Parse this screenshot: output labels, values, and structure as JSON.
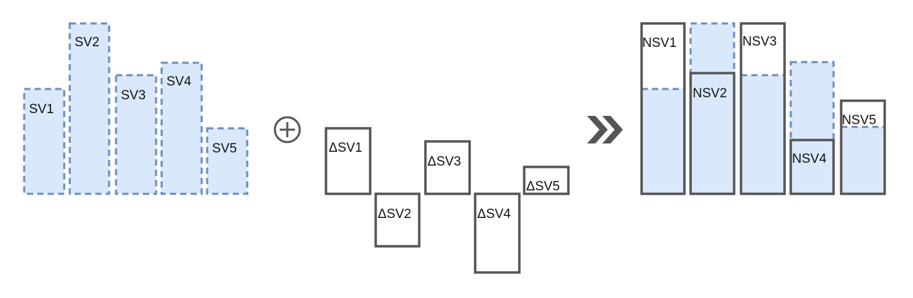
{
  "original_values": [
    "SV1",
    "SV2",
    "SV3",
    "SV4",
    "SV5"
  ],
  "operator_symbol": "plus-circle-icon",
  "deltas": [
    "ΔSV1",
    "ΔSV2",
    "ΔSV3",
    "ΔSV4",
    "ΔSV5"
  ],
  "result_symbol": "double-chevron-right-icon",
  "new_values": [
    "NSV1",
    "NSV2",
    "NSV3",
    "NSV4",
    "NSV5"
  ],
  "colors": {
    "fill": "#dae8fc",
    "dashed_stroke": "#6c8ebf",
    "solid_stroke": "#555555"
  }
}
